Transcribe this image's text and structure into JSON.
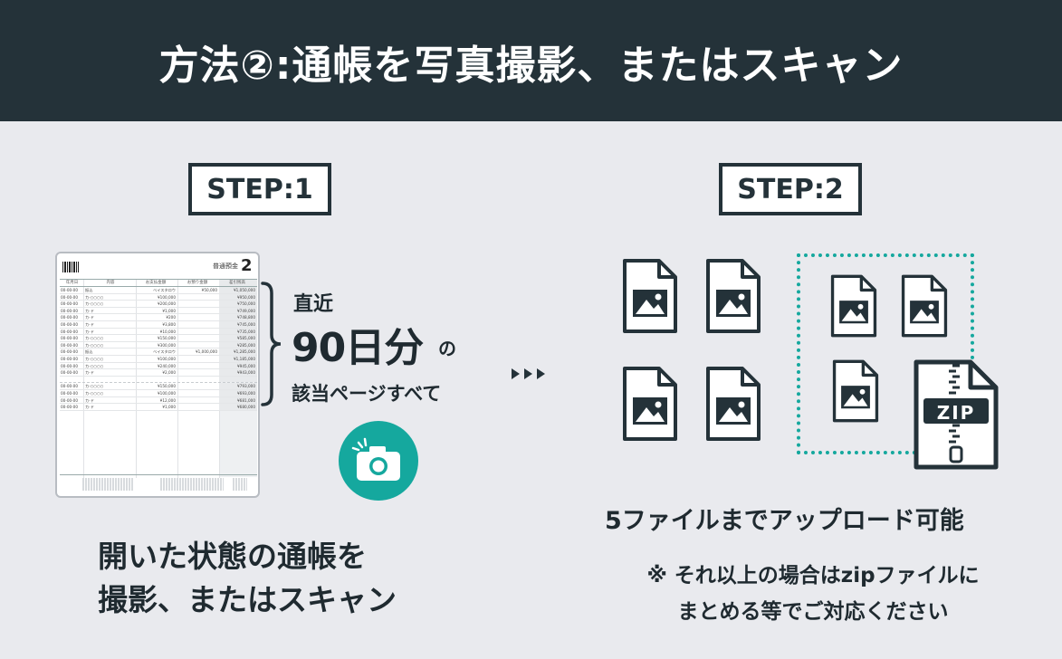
{
  "header": {
    "title": "方法②:通帳を写真撮影、またはスキャン"
  },
  "step1": {
    "badge": "STEP:1",
    "passbook": {
      "label": "普通預金",
      "page_number": "2",
      "columns": [
        "年月日",
        "内容",
        "お支払金額",
        "お預り金額",
        "差引残高"
      ],
      "rows": [
        [
          "00-00-00",
          "振込",
          "ベイスタロウ",
          "¥50,000",
          "¥1,050,000"
        ],
        [
          "00-00-00",
          "カ-○○○○",
          "¥100,000",
          "",
          "¥950,000"
        ],
        [
          "00-00-00",
          "カ-○○○○",
          "¥200,000",
          "",
          "¥750,000"
        ],
        [
          "00-00-00",
          "カ-ド",
          "¥1,000",
          "",
          "¥749,000"
        ],
        [
          "00-00-00",
          "カ-ド",
          "¥200",
          "",
          "¥748,800"
        ],
        [
          "00-00-00",
          "カ-ド",
          "¥3,800",
          "",
          "¥745,000"
        ],
        [
          "00-00-00",
          "カ-ド",
          "¥10,000",
          "",
          "¥735,000"
        ],
        [
          "00-00-00",
          "カ-○○○○",
          "¥150,000",
          "",
          "¥585,000"
        ],
        [
          "00-00-00",
          "カ-○○○○",
          "¥300,000",
          "",
          "¥285,000"
        ],
        [
          "00-00-00",
          "振込",
          "ベイスタロウ",
          "¥1,000,000",
          "¥1,285,000"
        ],
        [
          "00-00-00",
          "カ-○○○○",
          "¥100,000",
          "",
          "¥1,185,000"
        ],
        [
          "00-00-00",
          "カ-○○○○",
          "¥240,000",
          "",
          "¥945,000"
        ],
        [
          "00-00-00",
          "カ-ド",
          "¥2,000",
          "",
          "¥943,000"
        ],
        [
          "",
          "",
          "",
          "",
          ""
        ],
        [
          "00-00-00",
          "カ-○○○○",
          "¥150,000",
          "",
          "¥793,000"
        ],
        [
          "00-00-00",
          "カ-○○○○",
          "¥100,000",
          "",
          "¥693,000"
        ],
        [
          "00-00-00",
          "カ-ド",
          "¥12,000",
          "",
          "¥681,000"
        ],
        [
          "00-00-00",
          "カ-ド",
          "¥1,000",
          "",
          "¥680,000"
        ]
      ]
    },
    "recent_label": "直近",
    "days_value": "90日分",
    "days_suffix": "の",
    "pages_label": "該当ページすべて",
    "caption_line1": "開いた状態の通帳を",
    "caption_line2": "撮影、またはスキャン",
    "camera_icon": "camera-icon",
    "accent_color": "#15a89e"
  },
  "step2": {
    "badge": "STEP:2",
    "zip_label": "ZIP",
    "upload_text": "5ファイルまでアップロード可能",
    "note_line1": "※ それ以上の場合はzipファイルに",
    "note_line2": "まとめる等でご対応ください"
  },
  "colors": {
    "header_bg": "#243239",
    "background": "#e9eaee",
    "accent": "#15a89e"
  }
}
